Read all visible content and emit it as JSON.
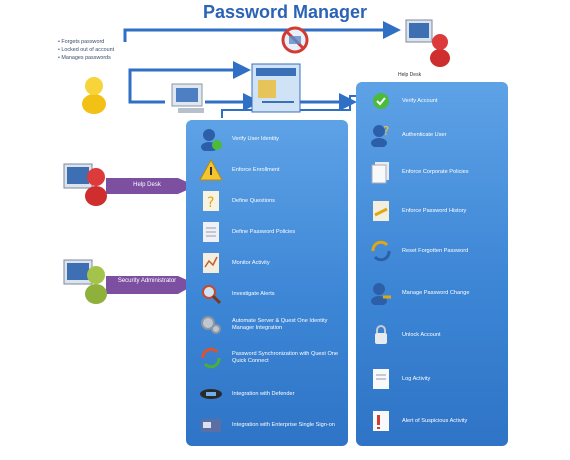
{
  "title": "Password Manager",
  "intro_bullets": [
    "Forgets password",
    "Locked out of account",
    "Manages passwords"
  ],
  "help_desk_top_label": "Help Desk",
  "bands": {
    "help_desk": "Help Desk",
    "security_admin": "Security Administrator"
  },
  "colors": {
    "title": "#2b63b7",
    "panel": "#3d86d6",
    "arrow": "#2f6fc4",
    "band": "#7d4fa0"
  },
  "left_panel": {
    "items": [
      {
        "label": "Verify User Identity",
        "icon": "user-check-icon"
      },
      {
        "label": "Enforce Enrollment",
        "icon": "warning-icon"
      },
      {
        "label": "Define Questions",
        "icon": "question-document-icon"
      },
      {
        "label": "Define Password Policies",
        "icon": "policy-document-icon"
      },
      {
        "label": "Monitor Activity",
        "icon": "monitor-document-icon"
      },
      {
        "label": "Investigate Alerts",
        "icon": "magnifier-icon"
      },
      {
        "label": "Automate Server & Quest One Identity Manager Integration",
        "icon": "gears-icon"
      },
      {
        "label": "Password Synchronization with Quest One Quick Connect",
        "icon": "sync-icon"
      },
      {
        "label": "Integration with Defender",
        "icon": "token-icon"
      },
      {
        "label": "Integration with Enterprise Single Sign-on",
        "icon": "sso-card-icon"
      }
    ]
  },
  "right_panel": {
    "items": [
      {
        "label": "Verify Account",
        "icon": "checkmark-icon"
      },
      {
        "label": "Authenticate User",
        "icon": "user-question-icon"
      },
      {
        "label": "Enforce Corporate Policies",
        "icon": "documents-icon"
      },
      {
        "label": "Enforce Password History",
        "icon": "document-arrow-icon"
      },
      {
        "label": "Reset Forgotten Password",
        "icon": "reset-arrows-icon"
      },
      {
        "label": "Manage Password Change",
        "icon": "user-key-icon"
      },
      {
        "label": "Unlock Account",
        "icon": "padlock-icon"
      },
      {
        "label": "Log Activity",
        "icon": "log-document-icon"
      },
      {
        "label": "Alert of Suspicious Activity",
        "icon": "alert-document-icon"
      }
    ]
  }
}
